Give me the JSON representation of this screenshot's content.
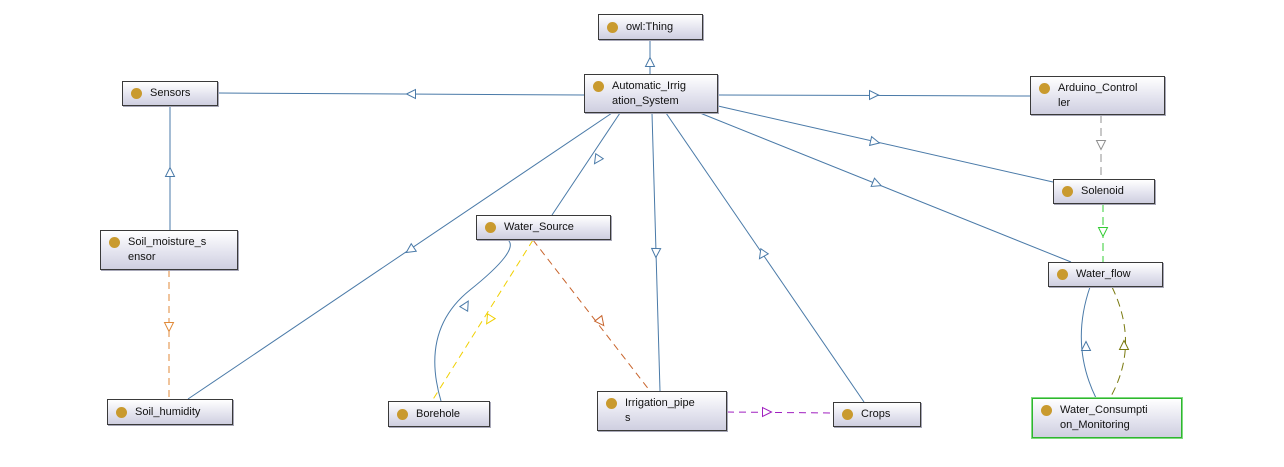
{
  "colors": {
    "subclass": "#4a7aa8",
    "solenoid_to_water_flow": "#33cc33",
    "water_flow_to_monitoring": "#7a7a10",
    "sensor_to_humidity": "#e08a3a",
    "water_source_to_borehole": "#f0d000",
    "water_source_to_pipes": "#c8642c",
    "pipes_to_crops": "#a020c0",
    "controller_to_solenoid": "#909090",
    "node_border": "#3a3a3a",
    "selected_border": "#2fb52f",
    "class_dot": "#c99a2e"
  },
  "nodes": {
    "owl_thing": "owl:Thing",
    "automatic_irrigation_system": "Automatic_Irrig\nation_System",
    "sensors": "Sensors",
    "arduino_controller": "Arduino_Control\nler",
    "solenoid": "Solenoid",
    "water_source": "Water_Source",
    "soil_moisture_sensor": "Soil_moisture_s\nensor",
    "water_flow": "Water_flow",
    "soil_humidity": "Soil_humidity",
    "borehole": "Borehole",
    "irrigation_pipes": "Irrigation_pipe\ns",
    "crops": "Crops",
    "water_consumption_monitoring": "Water_Consumpti\non_Monitoring"
  },
  "edges": [
    {
      "from": "automatic_irrigation_system",
      "to": "owl_thing",
      "kind": "subclass"
    },
    {
      "from": "sensors",
      "to": "automatic_irrigation_system",
      "kind": "subclass"
    },
    {
      "from": "arduino_controller",
      "to": "automatic_irrigation_system",
      "kind": "subclass"
    },
    {
      "from": "solenoid",
      "to": "automatic_irrigation_system",
      "kind": "subclass"
    },
    {
      "from": "water_flow",
      "to": "automatic_irrigation_system",
      "kind": "subclass"
    },
    {
      "from": "water_source",
      "to": "automatic_irrigation_system",
      "kind": "subclass"
    },
    {
      "from": "soil_humidity",
      "to": "automatic_irrigation_system",
      "kind": "subclass"
    },
    {
      "from": "irrigation_pipes",
      "to": "automatic_irrigation_system",
      "kind": "subclass"
    },
    {
      "from": "crops",
      "to": "automatic_irrigation_system",
      "kind": "subclass"
    },
    {
      "from": "soil_moisture_sensor",
      "to": "sensors",
      "kind": "subclass"
    },
    {
      "from": "borehole",
      "to": "water_source",
      "kind": "subclass"
    },
    {
      "from": "water_consumption_monitoring",
      "to": "water_flow",
      "kind": "subclass"
    },
    {
      "from": "arduino_controller",
      "to": "solenoid",
      "kind": "controller_to_solenoid"
    },
    {
      "from": "solenoid",
      "to": "water_flow",
      "kind": "solenoid_to_water_flow"
    },
    {
      "from": "water_flow",
      "to": "water_consumption_monitoring",
      "kind": "water_flow_to_monitoring"
    },
    {
      "from": "soil_moisture_sensor",
      "to": "soil_humidity",
      "kind": "sensor_to_humidity"
    },
    {
      "from": "water_source",
      "to": "borehole",
      "kind": "water_source_to_borehole"
    },
    {
      "from": "water_source",
      "to": "irrigation_pipes",
      "kind": "water_source_to_pipes"
    },
    {
      "from": "irrigation_pipes",
      "to": "crops",
      "kind": "pipes_to_crops"
    }
  ]
}
